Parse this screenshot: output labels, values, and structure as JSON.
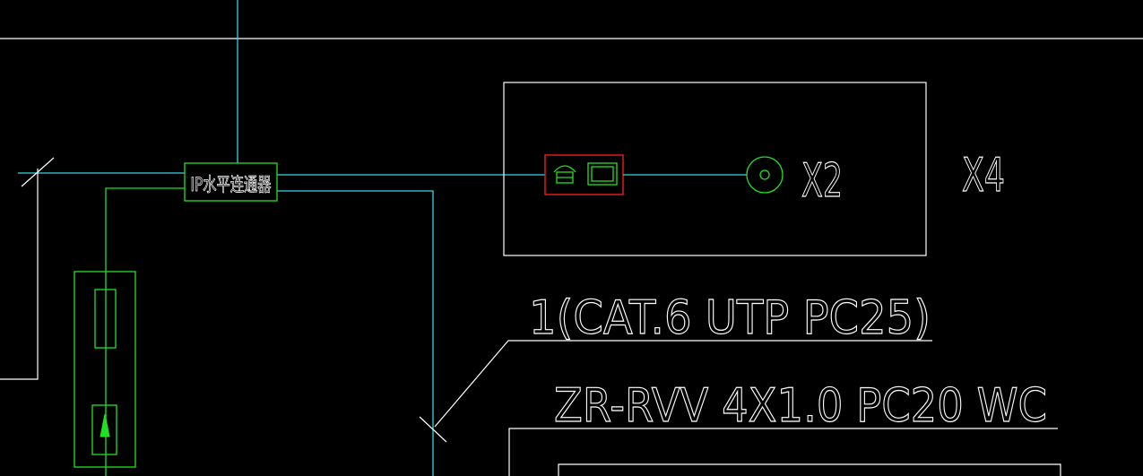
{
  "colors": {
    "background": "#000000",
    "white": "#ffffff",
    "cyan": "#35d7e6",
    "green": "#22e022",
    "red": "#ff2020"
  },
  "labels": {
    "device": "IP水平连通器",
    "outlet": "X2",
    "room": "X4",
    "cable1": "1(CAT.6 UTP PC25)",
    "cable2": "ZR-RVV 4X1.0 PC20 WC"
  },
  "icons": {
    "telephone": "telephone-icon",
    "data_outlet": "data-outlet-icon",
    "tv_outlet": "tv-outlet-icon",
    "arrow": "arrow-up-icon"
  }
}
